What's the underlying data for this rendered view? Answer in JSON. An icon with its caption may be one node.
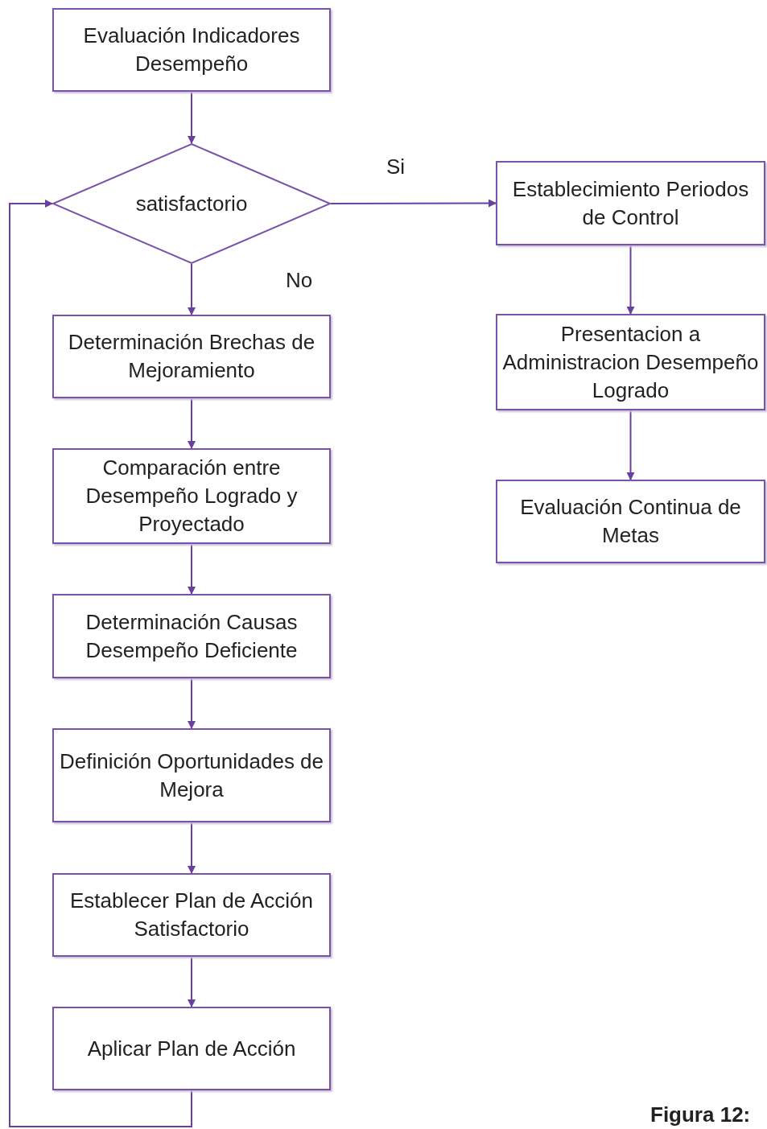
{
  "diagram": {
    "nodes": [
      {
        "text": [
          "Evaluación Indicadores Desempeño"
        ]
      },
      {
        "text": [
          "satisfactorio"
        ]
      },
      {
        "text": [
          "Establecimiento Periodos de Control"
        ]
      },
      {
        "text": [
          "Presentacion a Administracion Desempeño Logrado"
        ]
      },
      {
        "text": [
          "Evaluación Continua de Metas"
        ]
      },
      {
        "text": [
          "Determinación Brechas de Mejoramiento"
        ]
      },
      {
        "text": [
          "Comparación entre Desempeño Logrado y Proyectado"
        ]
      },
      {
        "text": [
          "Determinación Causas Desempeño Deficiente"
        ]
      },
      {
        "text": [
          "Definición Oportunidades de Mejora"
        ]
      },
      {
        "text": [
          "Establecer Plan de Acción Satisfactorio"
        ]
      },
      {
        "text": [
          "Aplicar Plan de Acción"
        ]
      }
    ],
    "edges": [
      {
        "from": 0,
        "to": 1,
        "arrow": "to"
      },
      {
        "from": 1,
        "to": 2,
        "arrow": "to",
        "label": "Si"
      },
      {
        "from": 2,
        "to": 3,
        "arrow": "to"
      },
      {
        "from": 3,
        "to": 4,
        "arrow": "to"
      },
      {
        "from": 1,
        "to": 5,
        "arrow": "to",
        "label": "No"
      },
      {
        "from": 5,
        "to": 6,
        "arrow": "to"
      },
      {
        "from": 6,
        "to": 7,
        "arrow": "to"
      },
      {
        "from": 7,
        "to": 8,
        "arrow": "to"
      },
      {
        "from": 8,
        "to": 9,
        "arrow": "to"
      },
      {
        "from": 9,
        "to": 10,
        "arrow": "to"
      },
      {
        "from": 10,
        "to": 1,
        "arrow": "to"
      }
    ],
    "labels": [
      "Figura 12:"
    ]
  }
}
